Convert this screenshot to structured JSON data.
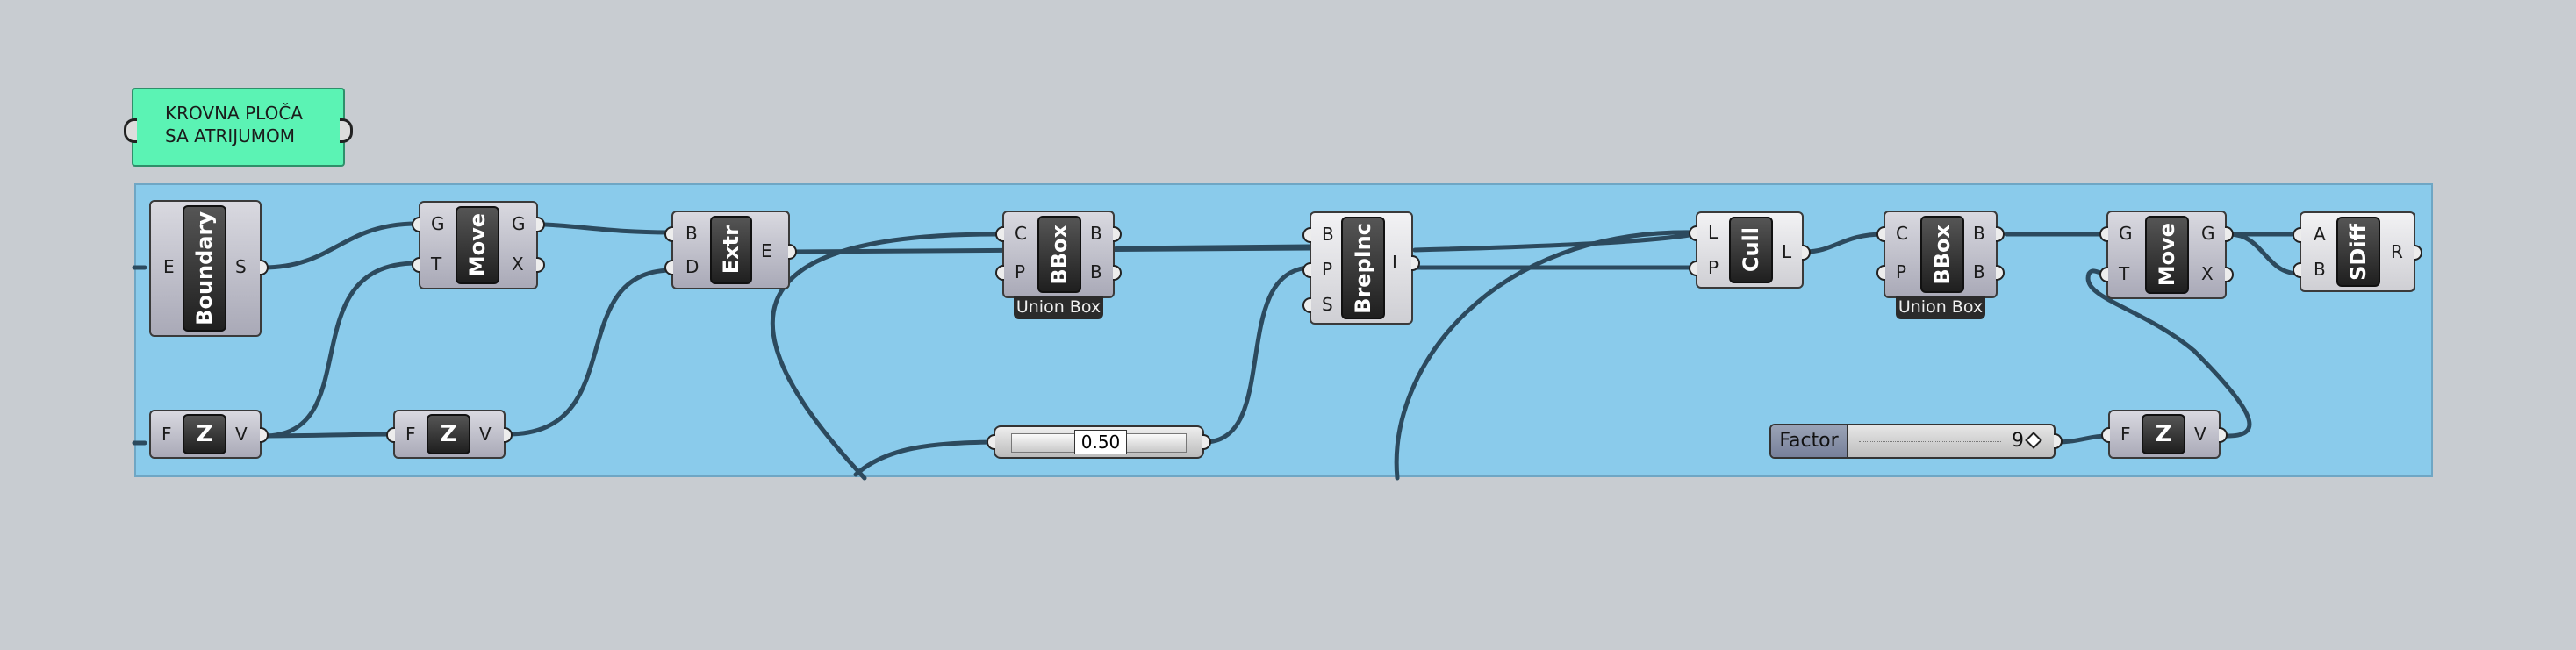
{
  "panel": {
    "line1": "KROVNA PLOČA",
    "line2": "SA ATRIJUMOM",
    "color": "#5bf3b4"
  },
  "group": {
    "color": "#8acbeb"
  },
  "components": {
    "boundary": {
      "name": "Boundary",
      "inputs": [
        "E"
      ],
      "outputs": [
        "S"
      ]
    },
    "move1": {
      "name": "Move",
      "inputs": [
        "G",
        "T"
      ],
      "outputs": [
        "G",
        "X"
      ]
    },
    "extr": {
      "name": "Extr",
      "inputs": [
        "B",
        "D"
      ],
      "outputs": [
        "E"
      ]
    },
    "bbox1": {
      "name": "BBox",
      "inputs": [
        "C",
        "P"
      ],
      "outputs": [
        "B",
        "B"
      ],
      "tag": "Union Box"
    },
    "brepinc": {
      "name": "BrepInc",
      "inputs": [
        "B",
        "P",
        "S"
      ],
      "outputs": [
        "I"
      ]
    },
    "cull": {
      "name": "Cull",
      "inputs": [
        "L",
        "P"
      ],
      "outputs": [
        "L"
      ]
    },
    "bbox2": {
      "name": "BBox",
      "inputs": [
        "C",
        "P"
      ],
      "outputs": [
        "B",
        "B"
      ],
      "tag": "Union Box"
    },
    "move2": {
      "name": "Move",
      "inputs": [
        "G",
        "T"
      ],
      "outputs": [
        "G",
        "X"
      ]
    },
    "sdiff": {
      "name": "SDiff",
      "inputs": [
        "A",
        "B"
      ],
      "outputs": [
        "R"
      ]
    },
    "z1": {
      "name": "Z",
      "inputs": [
        "F"
      ],
      "outputs": [
        "V"
      ]
    },
    "z2": {
      "name": "Z",
      "inputs": [
        "F"
      ],
      "outputs": [
        "V"
      ]
    },
    "z3": {
      "name": "Z",
      "inputs": [
        "F"
      ],
      "outputs": [
        "V"
      ]
    }
  },
  "slider": {
    "value": "0.50"
  },
  "factor": {
    "label": "Factor",
    "value": "9"
  }
}
